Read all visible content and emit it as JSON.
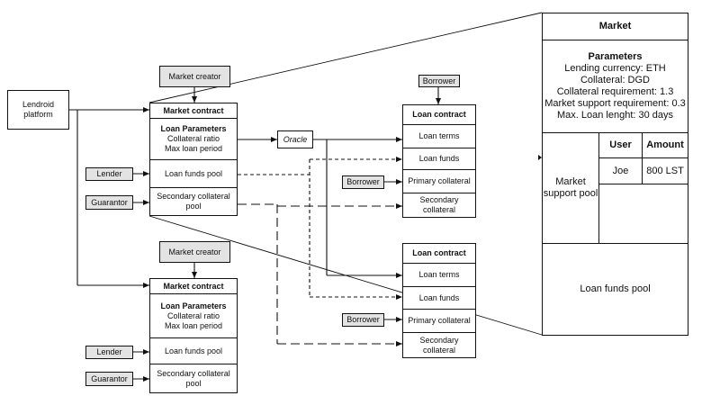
{
  "nodes": {
    "lendroid_platform": "Lendroid platform",
    "market_creator": "Market creator",
    "borrower": "Borrower",
    "lender": "Lender",
    "guarantor": "Guarantor",
    "oracle": "Oracle"
  },
  "market_contract": {
    "title": "Market contract",
    "params_title": "Loan Parameters",
    "params_line1": "Collateral ratio",
    "params_line2": "Max loan period",
    "funds_pool": "Loan funds pool",
    "secondary_pool": "Secondary collateral pool"
  },
  "loan_contract": {
    "title": "Loan contract",
    "terms": "Loan terms",
    "funds": "Loan funds",
    "primary": "Primary collateral",
    "secondary": "Secondary collateral"
  },
  "market_panel": {
    "title": "Market",
    "params_title": "Parameters",
    "params": [
      "Lending currency: ETH",
      "Collateral: DGD",
      "Collateral requirement: 1.3",
      "Market support requirement: 0.3",
      "Max. Loan lenght: 30 days"
    ],
    "support_pool_label": "Market support pool",
    "table_headers": [
      "User",
      "Amount"
    ],
    "table_rows": [
      [
        "Joe",
        "800 LST"
      ]
    ],
    "funds_pool_label": "Loan funds pool"
  }
}
